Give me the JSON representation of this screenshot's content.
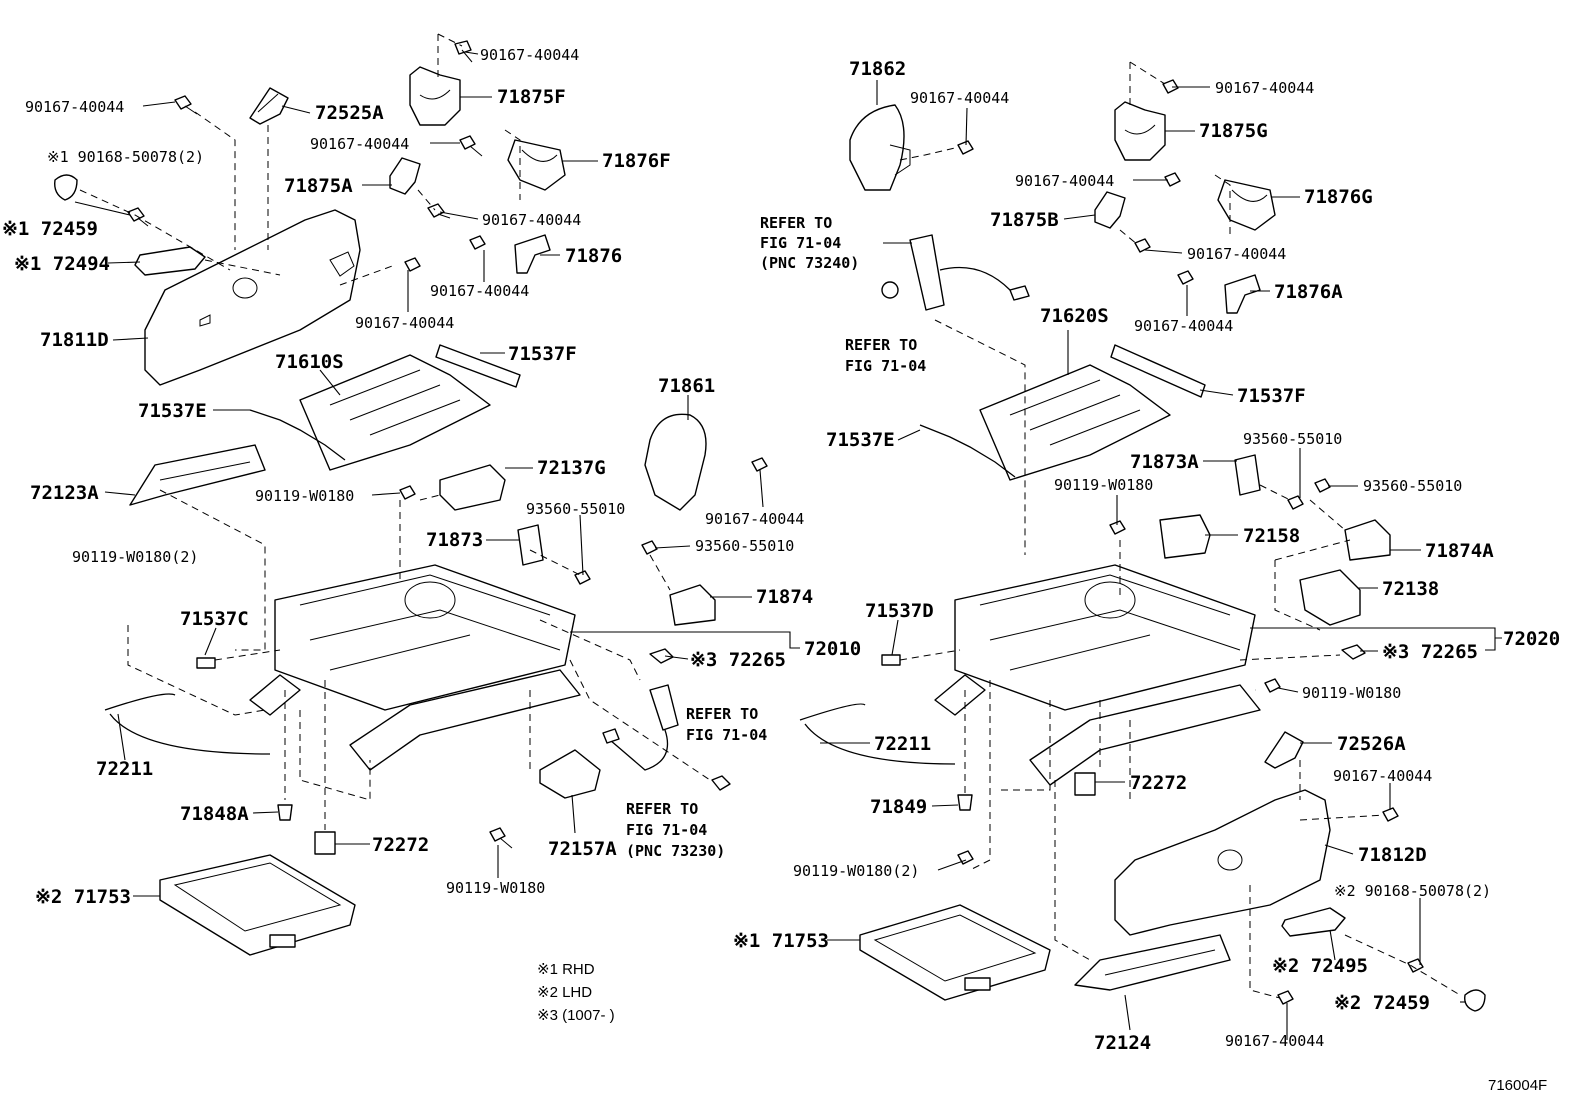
{
  "diagram": {
    "drawing_number": "716004F",
    "notes": [
      "※1 RHD",
      "※2 LHD",
      "※3 (1007-        )"
    ],
    "labels": {
      "l01": "90167-40044",
      "l02": "90167-40044",
      "l03": "72525A",
      "l04": "71875F",
      "l05": "90167-40044",
      "l06": "71876F",
      "l07": "※1 90168-50078(2)",
      "l08": "※1 72459",
      "l09": "71875A",
      "l10": "90167-40044",
      "l11": "※1 72494",
      "l12": "71876",
      "l13": "90167-40044",
      "l14": "90167-40044",
      "l15": "71811D",
      "l16": "71610S",
      "l17": "71537F",
      "l18": "71537E",
      "l19": "71861",
      "l20": "72123A",
      "l21": "72137G",
      "l22": "90119-W0180",
      "l23": "90167-40044",
      "l24": "90119-W0180(2)",
      "l25": "93560-55010",
      "l26": "71873",
      "l27": "93560-55010",
      "l28": "71874",
      "l29": "71537C",
      "l30": "72010",
      "l31": "※3 72265",
      "l32": "72211",
      "l33": "71848A",
      "l34": "72272",
      "l35": "72157A",
      "l36": "90119-W0180",
      "l37": "※2 71753",
      "l38": "71862",
      "l39": "90167-40044",
      "l40": "90167-40044",
      "l41": "71875G",
      "l42": "90167-40044",
      "l43": "71876G",
      "l44": "71875B",
      "l45": "90167-40044",
      "l46": "71876A",
      "l47": "90167-40044",
      "l48": "71620S",
      "l49": "71537F",
      "l50": "71537E",
      "l51": "93560-55010",
      "l52": "71873A",
      "l53": "90119-W0180",
      "l54": "93560-55010",
      "l55": "72158",
      "l56": "71874A",
      "l57": "72138",
      "l58": "71537D",
      "l59": "72020",
      "l60": "※3 72265",
      "l61": "90119-W0180",
      "l62": "72211",
      "l63": "72526A",
      "l64": "72272",
      "l65": "90167-40044",
      "l66": "71849",
      "l67": "71812D",
      "l68": "90119-W0180(2)",
      "l69": "※2 90168-50078(2)",
      "l70": "※1 71753",
      "l71": "※2 72495",
      "l72": "※2 72459",
      "l73": "72124",
      "l74": "90167-40044"
    },
    "refs": {
      "r1": [
        "REFER TO",
        "FIG 71-04",
        "(PNC 73240)"
      ],
      "r2": [
        "REFER TO",
        "FIG 71-04"
      ],
      "r3": [
        "REFER TO",
        "FIG 71-04"
      ],
      "r4": [
        "REFER TO",
        "FIG 71-04",
        "(PNC 73230)"
      ]
    }
  }
}
